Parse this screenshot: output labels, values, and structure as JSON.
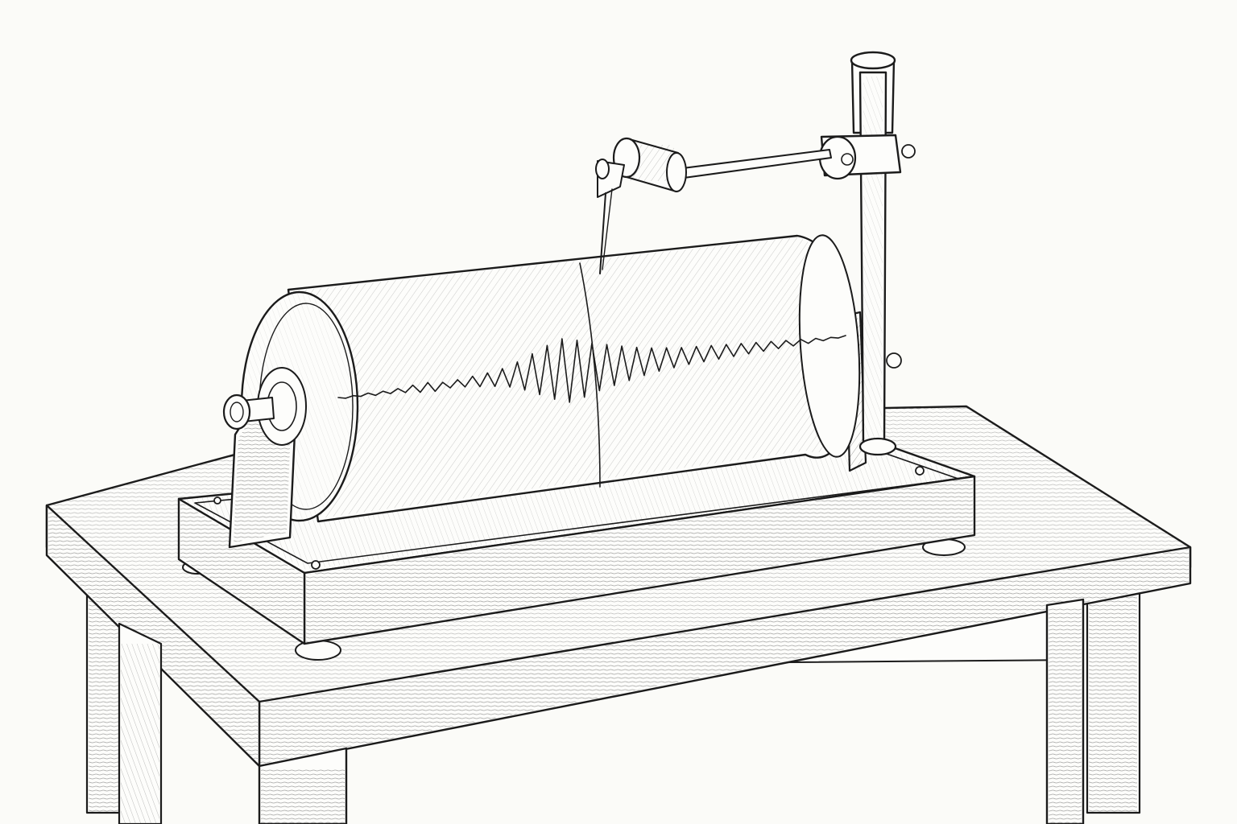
{
  "title": "",
  "colors": {
    "ink": "#1b1b1b",
    "paper": "#fbfbf8"
  },
  "trace": {
    "description_visible": false,
    "amplitudes": [
      1,
      1,
      2,
      2,
      3,
      5,
      6,
      4,
      5,
      7,
      9,
      12,
      18,
      26,
      34,
      40,
      36,
      30,
      26,
      22,
      18,
      15,
      13,
      11,
      10,
      9,
      8,
      7,
      6,
      5,
      4,
      3,
      2,
      1
    ]
  }
}
